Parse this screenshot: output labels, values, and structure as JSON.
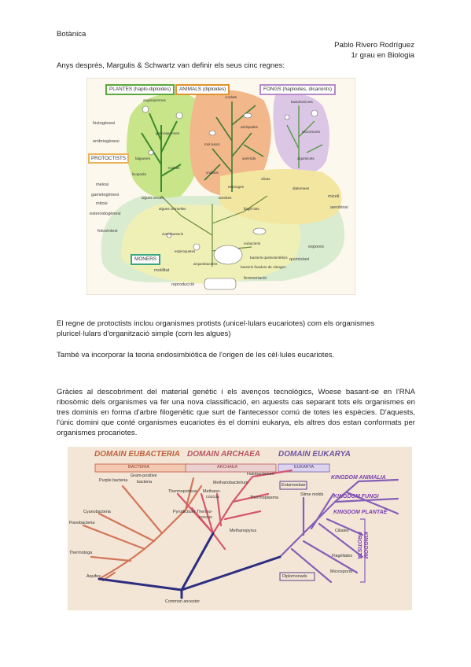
{
  "header": {
    "course": "Botànica",
    "author": "Pablo Rivero Rodríguez",
    "program": "1r grau en Biologia"
  },
  "intro": "Anys després, Margulis & Schwartz van definir els seus cinc regnes:",
  "figure1": {
    "kingdoms": {
      "plantae": "PLANTES (haplo-diploides)",
      "animalia": "ANIMALS (diploides)",
      "fungi": "FONGS (haploides, dicarionts)",
      "protoctista": "PROTOCTISTS",
      "monera": "MONERS"
    },
    "side_labels": {
      "histogenesi": "histogènesi",
      "embriogenesi": "embriogènesi",
      "meiosi": "meiosi",
      "gametogenesi": "gametogènesi",
      "mitosi": "mitosi",
      "esteroidogenesi": "esteroidogènesi",
      "fotosintesi": "fotosíntesi",
      "motilitat": "motilitat",
      "reproduccio": "reproducció",
      "miceli": "miceli",
      "aerobiosi": "aerobiosi",
      "quimiotaxi": "quimiotaxi",
      "fermentacio": "fermentació",
      "espores": "espores"
    },
    "taxa": {
      "angiospermes": "angiospermes",
      "gimnospermes": "gimnospermes",
      "falgueres": "falgueres",
      "molses": "molses",
      "licopodis": "licopodis",
      "cordats": "cordats",
      "artropodes": "artròpodes",
      "molluscs": "mol·luscs",
      "anellids": "anèl·lids",
      "cnidaris": "cnidaris",
      "esponges": "esponges",
      "basidiomicets": "basidiomicets",
      "ascomicets": "ascomicets",
      "zigomicets": "zigomicets",
      "ciliats": "ciliats",
      "diatomees": "diatomees",
      "algues_verdes": "algues verdes",
      "algues_vermelles": "algues vermelles",
      "amebes": "amebes",
      "flagellats": "flagel·lats",
      "cianobacteris": "cianobacteris",
      "eubacteris": "eubacteris",
      "espiroquetes": "espiroquetes",
      "arqueobacteris": "arqueobacteris",
      "bacteris_quimiosintetics": "bacteris quimiosintètics",
      "bacteris_fixadors": "bacteris fixadors de nitrogen"
    }
  },
  "para1": "El regne de protoctists inclou organismes protists (unicel·lulars eucariotes) com els organismes pluricel·lulars d'organització simple (com les algues)",
  "para2": "També va incorporar la teoria endosimbiòtica de l'origen de les cèl·lules eucariotes.",
  "para3": "Gràcies al descobriment del material genètic i els avenços tecnològics, Woese basant-se en l'RNA ribosòmic dels organismes va fer una nova classificació, en aquests cas separant tots els organismes en tres dominis en forma d'arbre filogenètic que surt de l'antecessor comú de totes les espècies. D'aquests, l'únic domini que conté organismes eucariotes és el domini eukarya, els altres dos estan conformats per organismes procariotes.",
  "figure2": {
    "domains": {
      "eubacteria": "DOMAIN EUBACTERIA",
      "archaea": "DOMAIN ARCHAEA",
      "eukarya": "DOMAIN EUKARYA"
    },
    "bars": {
      "bacteria": "BACTERIA",
      "archaea": "ARCHAEA",
      "eukarya": "EUKARYA"
    },
    "kingdoms": {
      "animalia": "KINGDOM ANIMALIA",
      "fungi": "KINGDOM FUNGI",
      "plantae": "KINGDOM PLANTAE",
      "protista_1": "KINGDOM",
      "protista_2": "PROTISTA"
    },
    "taxa": {
      "purple": "Purple bacteria",
      "gram1": "Gram-positive",
      "gram2": "bacteria",
      "cyano": "Cyanobacteria",
      "flavo": "Flavobacteria",
      "thermotoga": "Thermotoga",
      "aquifex": "Aquifex",
      "thermoproteus": "Thermoproteus",
      "pyrodictium": "Pyrodictium",
      "methanococcus1": "Methano-",
      "methanococcus2": "coccus",
      "thermococcus1": "Thermo-",
      "thermococcus2": "coccus",
      "methanobacterium": "Methanobacterium",
      "halobacterium": "Halobacterium",
      "thermoplasma": "Thermoplasma",
      "methanopyrus": "Methanopyrus",
      "entamoebae": "Entamoebae",
      "slime": "Slime molds",
      "ciliates": "Ciliates",
      "flagellates": "Flagellates",
      "microsporid": "Microsporid",
      "diplomonads": "Diplomonads",
      "ancestor": "Common ancestor"
    }
  }
}
